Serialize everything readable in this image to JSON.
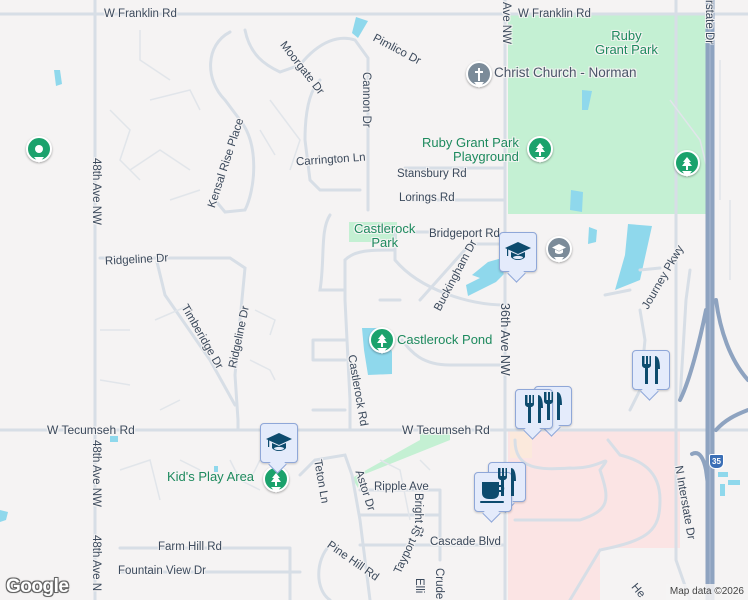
{
  "map": {
    "attribution": "Map data ©2026",
    "logo": "Google",
    "colors": {
      "land": "#f5f3f3",
      "road": "#d5dde6",
      "highway": "#8ea3c0",
      "park": "#c4f0d3",
      "water": "#8fd8ec",
      "commercial": "#fbe4e4",
      "park_label": "#1e8a5e",
      "road_label": "#3c4a5c",
      "pin_green": "#1ba26c",
      "pin_gray": "#7b8b99",
      "marker_bg": "#e4ebfb",
      "marker_icon": "#0d4b6e"
    },
    "roads": {
      "w_franklin_left": "W Franklin Rd",
      "w_franklin_right": "W Franklin Rd",
      "w_tecumseh_left": "W Tecumseh Rd",
      "w_tecumseh_right": "W Tecumseh Rd",
      "ave48_top": "48th Ave NW",
      "ave48_mid": "48th Ave NW",
      "ave48_bottom": "48th Ave N",
      "ave36_top": "Ave NW",
      "ave36_mid": "36th Ave NW",
      "interstate_top": "rstate Dr",
      "n_interstate": "N Interstate Dr",
      "moorgate": "Moorgate Dr",
      "pimlico": "Pimlico Dr",
      "cannon": "Cannon Dr",
      "kensal": "Kensal Rise Place",
      "carrington": "Carrington Ln",
      "stansbury": "Stansbury Rd",
      "lorings": "Lorings Rd",
      "bridgeport": "Bridgeport Rd",
      "buckingham": "Buckingham Dr",
      "ridgeline_h": "Ridgeline Dr",
      "ridgeline_v": "Ridgeline Dr",
      "timberidge": "Timberidge Dr",
      "castlerock_rd": "Castlerock Rd",
      "journey": "Journey Pkwy",
      "teton": "Teton Ln",
      "astor": "Astor Dr",
      "ripple": "Ripple Ave",
      "bright": "Bright St",
      "cascade": "Cascade Blvd",
      "tayport": "Tayport St",
      "crudem": "Cruden",
      "elli": "Elli",
      "pine_hill": "Pine Hill Rd",
      "farm_hill": "Farm Hill Rd",
      "fountain_view": "Fountain View Dr",
      "he": "He",
      "highway_shield": "35"
    },
    "places": {
      "ruby_grant_park": "Ruby\nGrant Park",
      "christ_church": "Christ Church - Norman",
      "ruby_playground": "Ruby Grant Park\nPlayground",
      "castlerock_park": "Castlerock\nPark",
      "castlerock_pond": "Castlerock Pond",
      "kids_play_area": "Kid's Play Area"
    },
    "markers": [
      {
        "type": "park-pin",
        "icon": "pin-dot-icon"
      },
      {
        "type": "park-pin",
        "icon": "tree-icon"
      },
      {
        "type": "church-pin",
        "icon": "cross-icon"
      },
      {
        "type": "school-marker",
        "icon": "graduation-cap-icon"
      },
      {
        "type": "school-pin",
        "icon": "graduation-cap-icon"
      },
      {
        "type": "restaurant-marker",
        "icon": "fork-knife-icon"
      },
      {
        "type": "cafe-marker",
        "icon": "coffee-cup-icon"
      }
    ]
  }
}
